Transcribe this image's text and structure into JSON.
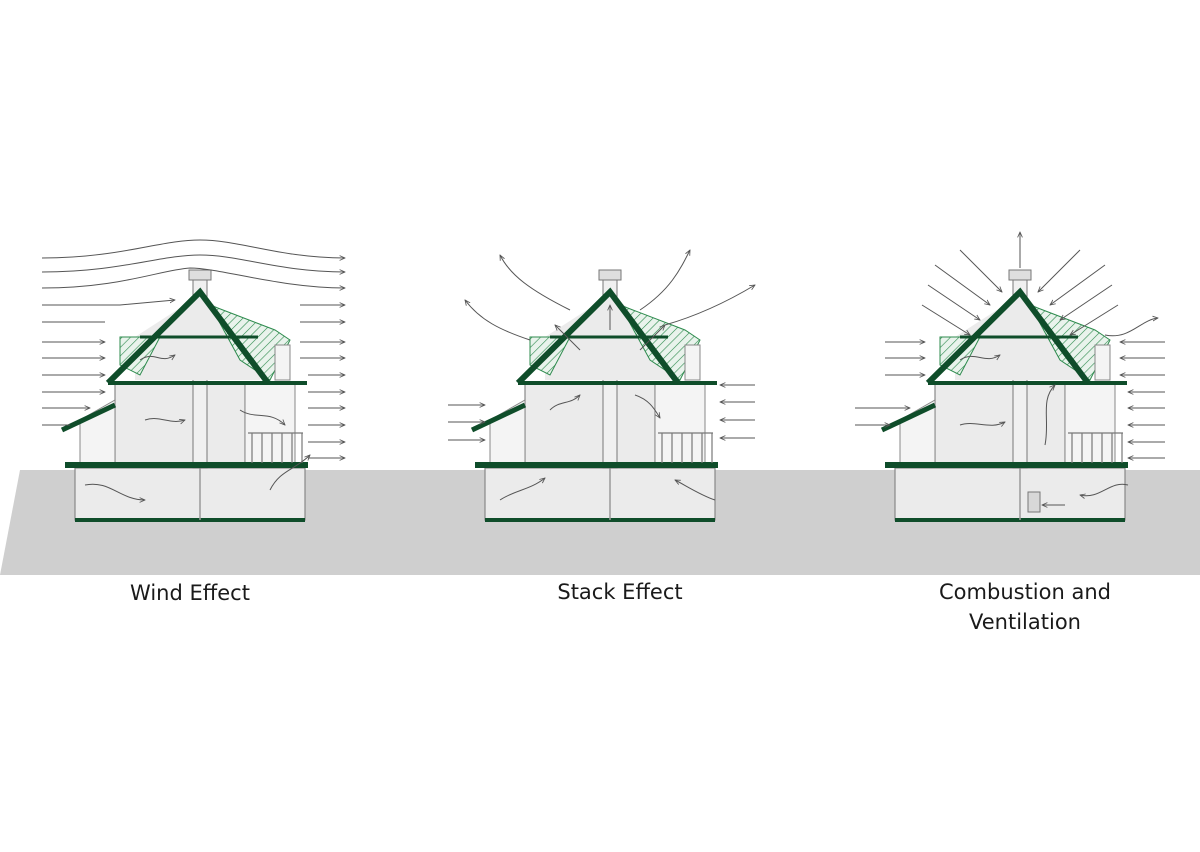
{
  "colors": {
    "structure": "#0f4d2a",
    "roof_hatch": "#2e8b4e",
    "room_fill": "#ebebeb",
    "ground": "#cfcfcf",
    "arrow": "#555555",
    "background": "#ffffff"
  },
  "panels": [
    {
      "id": "wind",
      "caption": "Wind Effect"
    },
    {
      "id": "stack",
      "caption": "Stack Effect"
    },
    {
      "id": "combustion",
      "caption_line1": "Combustion and",
      "caption_line2": "Ventilation"
    }
  ]
}
